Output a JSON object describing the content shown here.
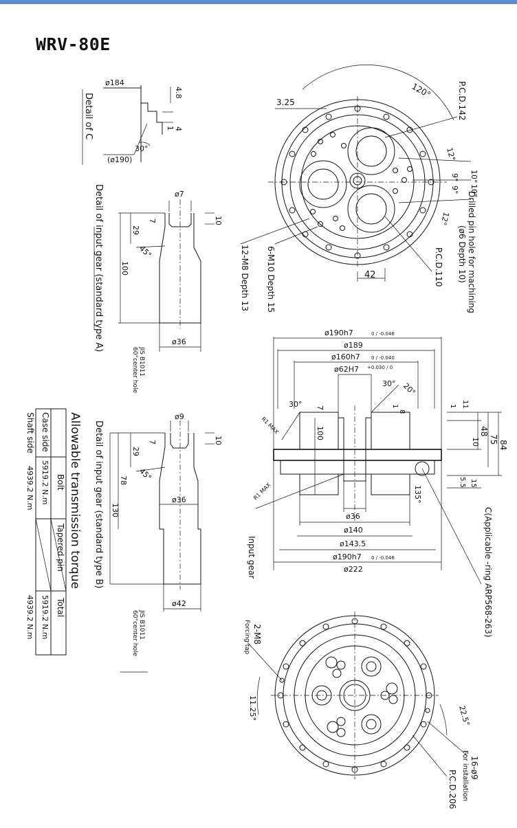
{
  "title": "WRV-80E",
  "detail_c": {
    "label": "Detail of C",
    "dims": [
      "ø184",
      "4.8",
      "1",
      "4",
      "30°",
      "(ø190)"
    ]
  },
  "detail_a": {
    "label": "Detail of input gear (standard type A)",
    "dims": [
      "ø7",
      "7",
      "10",
      "29",
      "45°",
      "100",
      "ø36"
    ],
    "center_hole": [
      "JIS B1011",
      "60°center hole"
    ]
  },
  "detail_b": {
    "label": "Detail of input gear (standard type B)",
    "dims": [
      "ø9",
      "7",
      "10",
      "29",
      "45°",
      "78",
      "130",
      "ø36",
      "ø42"
    ],
    "center_hole": [
      "JIS B1011",
      "60°center hole"
    ]
  },
  "torque_table": {
    "title": "Allowable transmission torque",
    "headers": [
      "",
      "Bolt",
      "Tapered pin",
      "Total"
    ],
    "rows": [
      [
        "Case side",
        "5919.2 N.m",
        "",
        "5919.2 N.m"
      ],
      [
        "Shaft side",
        "4939.2 N.m",
        "",
        "4939.2 N.m"
      ]
    ]
  },
  "top_view": {
    "labels": [
      "3.25",
      "120°",
      "P.C.D.142",
      "12°",
      "10°",
      "10°",
      "9°",
      "9°",
      "12°",
      "Drilled pin hole for machining",
      "(ø6 Depth 10)",
      "P.C.D.110",
      "42",
      "6-M10 Depth 15",
      "12-M8 Depth 13"
    ]
  },
  "section_view": {
    "labels": [
      "ø190h7",
      "ø189",
      "ø160h7",
      "ø62H7",
      "30°",
      "20°",
      "30°",
      "7",
      "1",
      "8",
      "11",
      "1",
      "48",
      "10",
      "75",
      "84",
      "100",
      "R1 MAX",
      "R1 MAX",
      "135°",
      "5.5",
      "15",
      "ø36",
      "ø140",
      "ø143.5",
      "ø190h7",
      "ø222",
      "C(Applicable -ring ARP568-263)",
      "Input gear"
    ],
    "tolerances": {
      "t190_top": "0 / -0.046",
      "t160": "0 / -0.040",
      "t62": "+0.030 / 0",
      "t190_bottom": "0 / -0.046"
    }
  },
  "bottom_view": {
    "labels": [
      "2-M8",
      "Forcing tap",
      "11.25°",
      "22.5°",
      "16-ø9",
      "For installation",
      "P.C.D.206"
    ]
  }
}
